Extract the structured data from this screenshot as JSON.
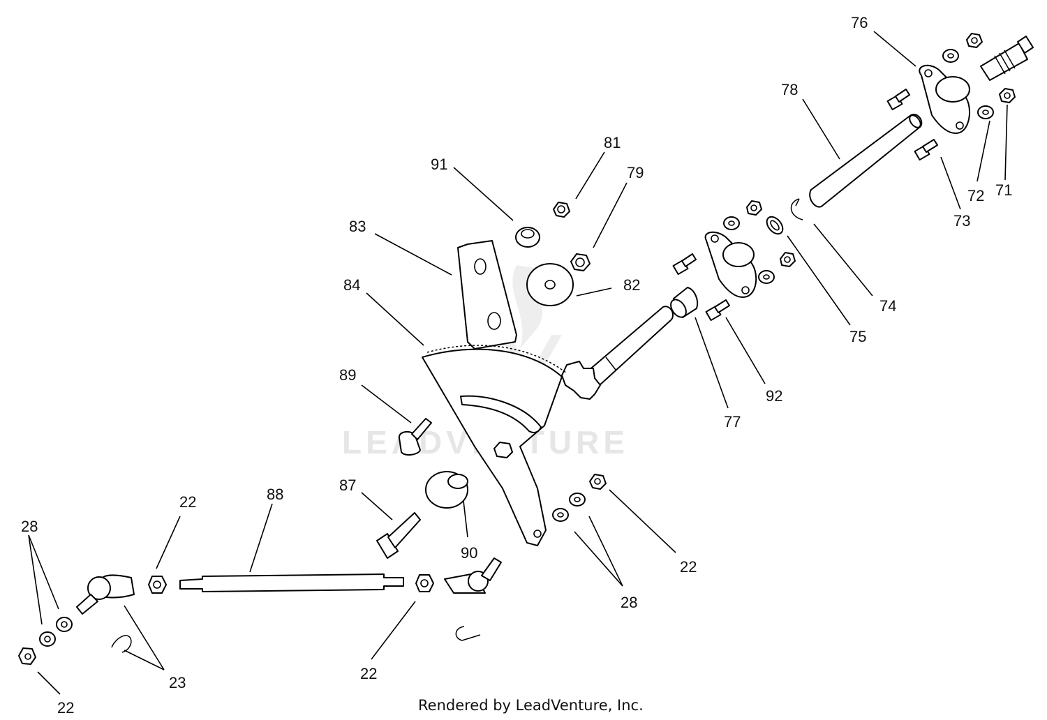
{
  "watermark": {
    "text": "LEADVENTURE"
  },
  "footer": {
    "text": "Rendered by LeadVenture, Inc."
  },
  "callouts": [
    {
      "id": "c76a",
      "label": "76"
    },
    {
      "id": "c78",
      "label": "78"
    },
    {
      "id": "c81",
      "label": "81"
    },
    {
      "id": "c91",
      "label": "91"
    },
    {
      "id": "c79",
      "label": "79"
    },
    {
      "id": "c83",
      "label": "83"
    },
    {
      "id": "c82",
      "label": "82"
    },
    {
      "id": "c84",
      "label": "84"
    },
    {
      "id": "c72",
      "label": "72"
    },
    {
      "id": "c71",
      "label": "71"
    },
    {
      "id": "c73",
      "label": "73"
    },
    {
      "id": "c74",
      "label": "74"
    },
    {
      "id": "c75",
      "label": "75"
    },
    {
      "id": "c89",
      "label": "89"
    },
    {
      "id": "c92",
      "label": "92"
    },
    {
      "id": "c77",
      "label": "77"
    },
    {
      "id": "c87",
      "label": "87"
    },
    {
      "id": "c88",
      "label": "88"
    },
    {
      "id": "c22a",
      "label": "22"
    },
    {
      "id": "c28a",
      "label": "28"
    },
    {
      "id": "c90",
      "label": "90"
    },
    {
      "id": "c22b",
      "label": "22"
    },
    {
      "id": "c28b",
      "label": "28"
    },
    {
      "id": "c23",
      "label": "23"
    },
    {
      "id": "c22c",
      "label": "22"
    },
    {
      "id": "c22d",
      "label": "22"
    }
  ]
}
